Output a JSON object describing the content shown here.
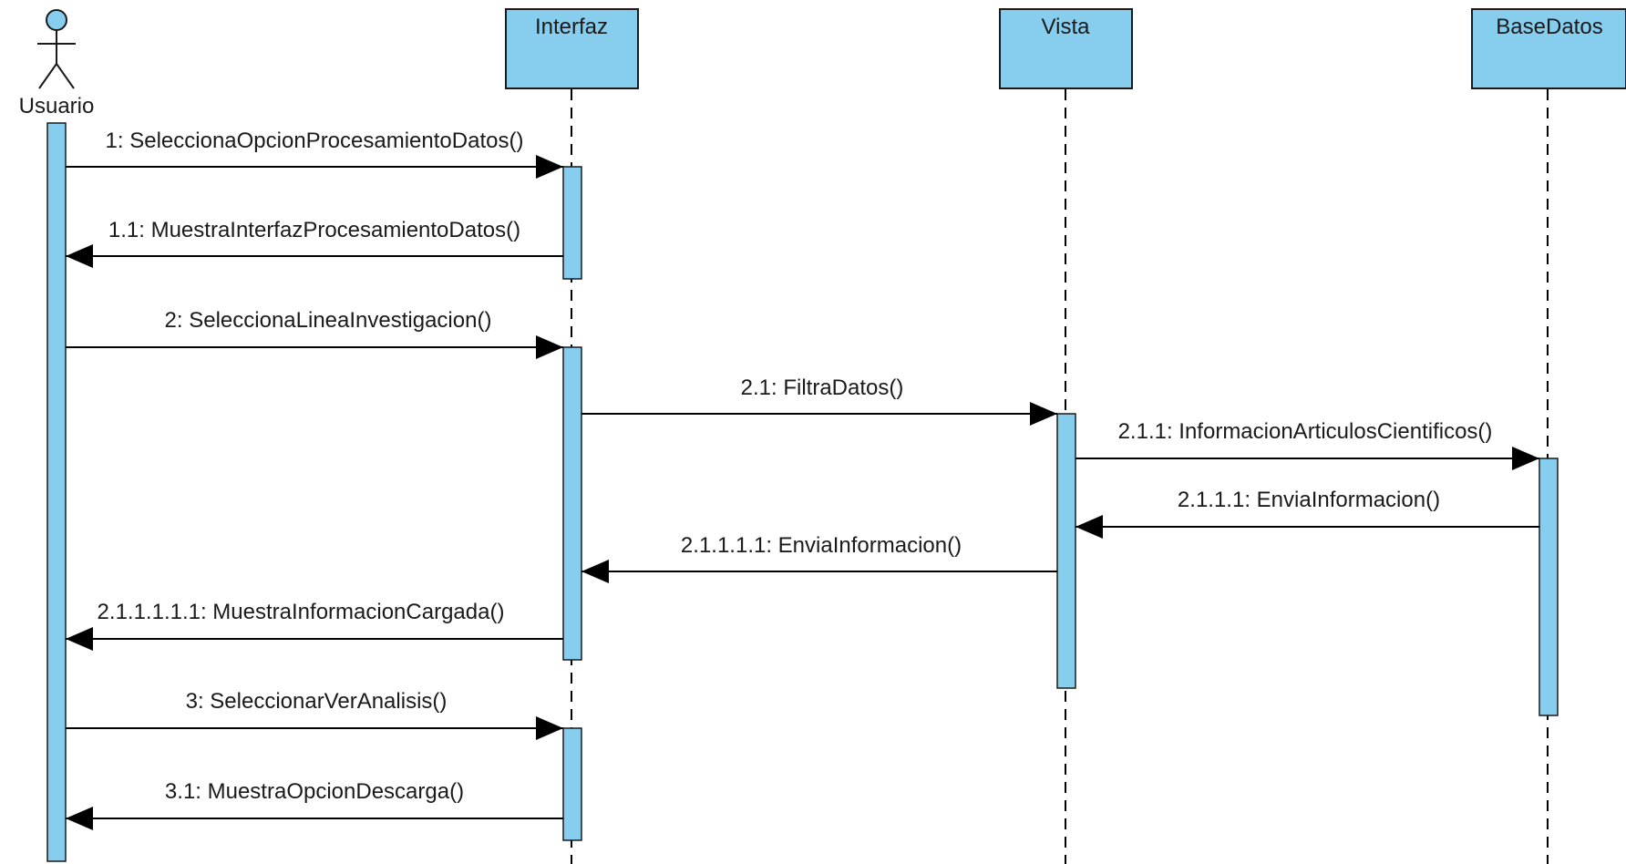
{
  "actor": {
    "name": "Usuario",
    "icon": "stick-figure-actor-icon"
  },
  "lifelines": [
    {
      "id": "interfaz",
      "name": "Interfaz"
    },
    {
      "id": "vista",
      "name": "Vista"
    },
    {
      "id": "basedatos",
      "name": "BaseDatos"
    }
  ],
  "messages": [
    {
      "id": "m1",
      "label": "1: SeleccionaOpcionProcesamientoDatos()",
      "from": "usuario",
      "to": "interfaz"
    },
    {
      "id": "m1_1",
      "label": "1.1: MuestraInterfazProcesamientoDatos()",
      "from": "interfaz",
      "to": "usuario"
    },
    {
      "id": "m2",
      "label": "2: SeleccionaLineaInvestigacion()",
      "from": "usuario",
      "to": "interfaz"
    },
    {
      "id": "m2_1",
      "label": "2.1: FiltraDatos()",
      "from": "interfaz",
      "to": "vista"
    },
    {
      "id": "m2_1_1",
      "label": "2.1.1: InformacionArticulosCientificos()",
      "from": "vista",
      "to": "basedatos"
    },
    {
      "id": "m2_1_1_1",
      "label": "2.1.1.1: EnviaInformacion()",
      "from": "basedatos",
      "to": "vista"
    },
    {
      "id": "m2_1_1_1_1",
      "label": "2.1.1.1.1: EnviaInformacion()",
      "from": "vista",
      "to": "interfaz"
    },
    {
      "id": "m2_1_1_1_1_1",
      "label": "2.1.1.1.1.1: MuestraInformacionCargada()",
      "from": "interfaz",
      "to": "usuario"
    },
    {
      "id": "m3",
      "label": "3: SeleccionarVerAnalisis()",
      "from": "usuario",
      "to": "interfaz"
    },
    {
      "id": "m3_1",
      "label": "3.1: MuestraOpcionDescarga()",
      "from": "interfaz",
      "to": "usuario"
    }
  ],
  "colors": {
    "lifeline_fill": "#87cdee",
    "line": "#000000"
  }
}
